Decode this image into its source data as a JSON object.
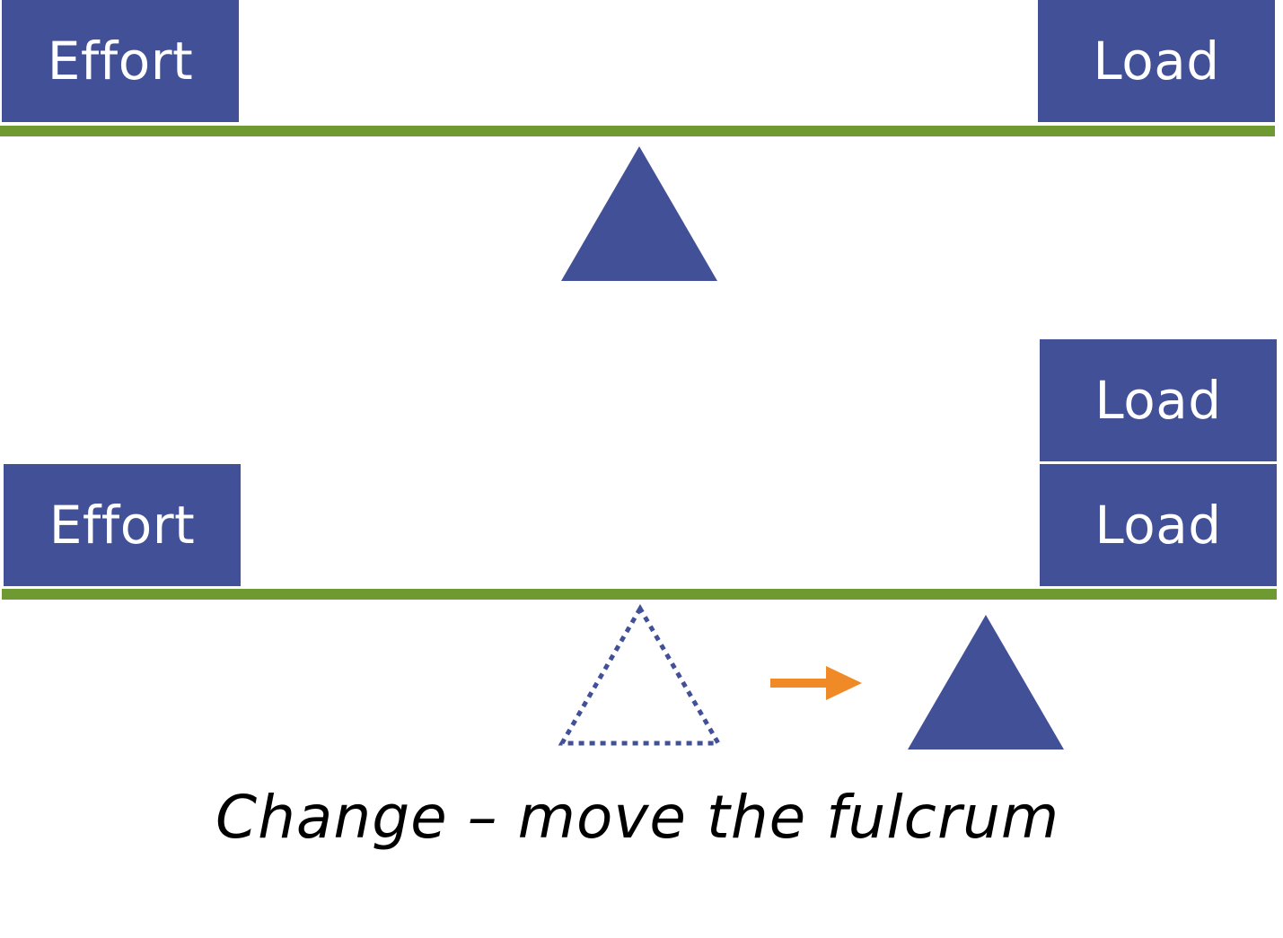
{
  "colors": {
    "box_fill": "#415097",
    "lever": "#6f9a31",
    "fulcrum": "#415097",
    "arrow": "#f08a26",
    "text_on_box": "#ffffff",
    "caption": "#000000"
  },
  "top_scene": {
    "effort_label": "Effort",
    "load_label": "Load"
  },
  "bottom_scene": {
    "effort_label": "Effort",
    "load_labels": [
      "Load",
      "Load"
    ]
  },
  "caption": "Change – move the fulcrum"
}
